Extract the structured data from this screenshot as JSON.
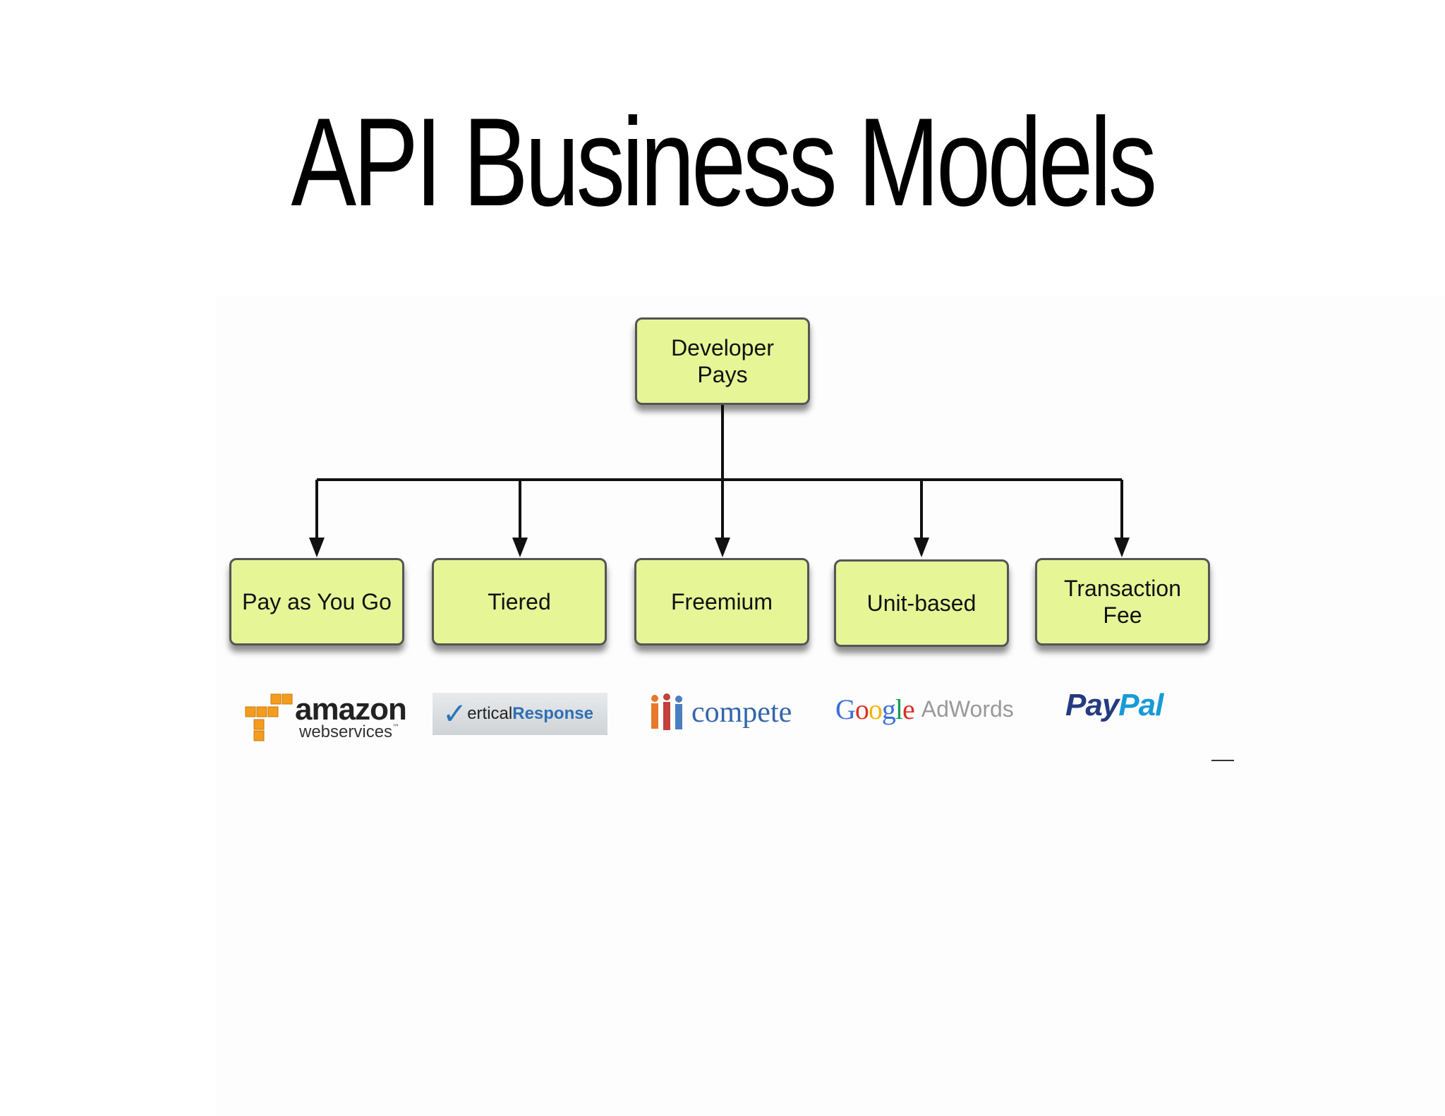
{
  "slide": {
    "title": "API Business Models"
  },
  "diagram": {
    "root": {
      "label": "Developer Pays"
    },
    "children": [
      {
        "label": "Pay as You Go"
      },
      {
        "label": "Tiered"
      },
      {
        "label": "Freemium"
      },
      {
        "label": "Unit-based"
      },
      {
        "label": "Transaction Fee"
      }
    ],
    "colors": {
      "node_fill": "#e6f596",
      "node_border": "#555555",
      "connector": "#111111"
    }
  },
  "logos": {
    "amazon": {
      "word": "amazon",
      "sub": "webservices",
      "mark": "™",
      "accent": "#f39c1d"
    },
    "vertical_response": {
      "check": "✓",
      "part1": "ertical",
      "part2": "Response"
    },
    "compete": {
      "word": "compete",
      "accent": "#3366aa"
    },
    "google_adwords": {
      "letters": [
        "G",
        "o",
        "o",
        "g",
        "l",
        "e"
      ],
      "letter_colors": [
        "#3b6fd8",
        "#d93025",
        "#f4b400",
        "#3b6fd8",
        "#0f9d58",
        "#d93025"
      ],
      "adwords": "AdWords"
    },
    "paypal": {
      "part1": "Pay",
      "part2": "Pal",
      "colors": [
        "#253b80",
        "#179bd7"
      ]
    }
  }
}
